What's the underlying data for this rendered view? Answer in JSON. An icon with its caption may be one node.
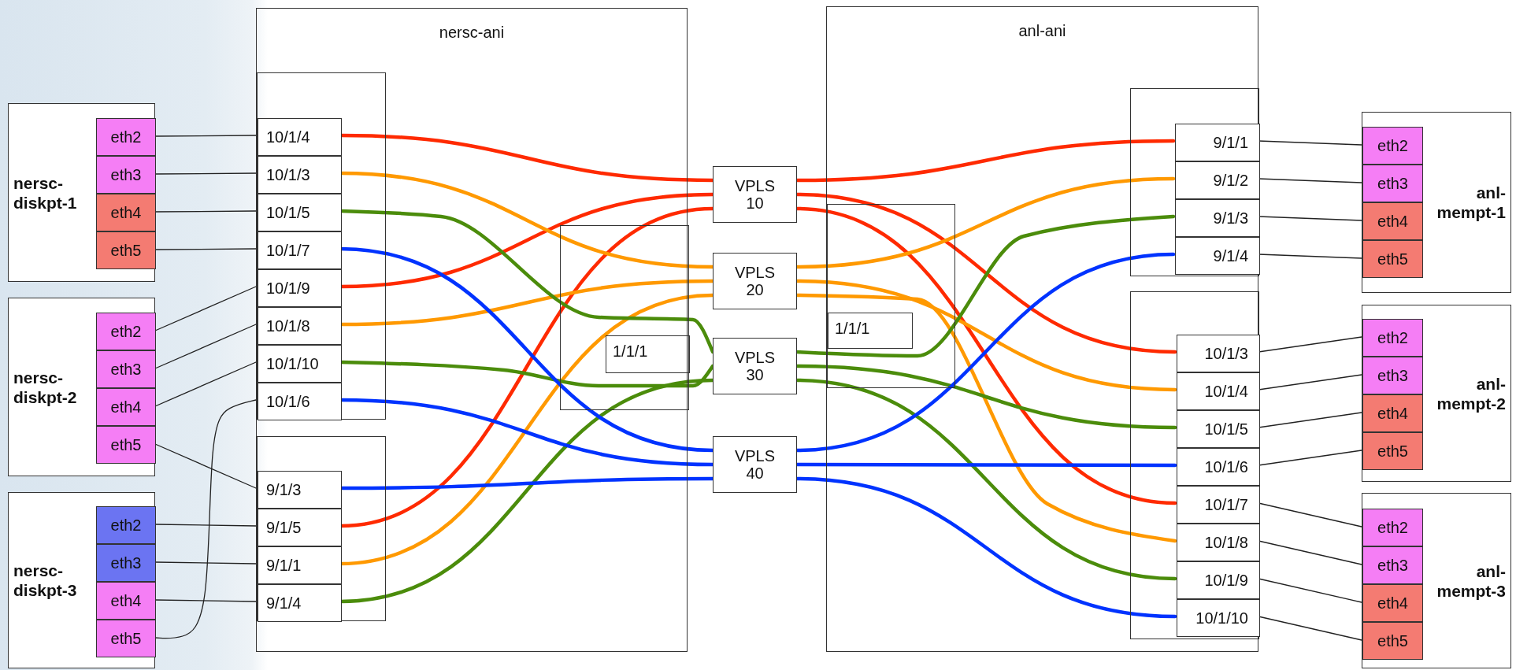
{
  "diagram": {
    "nodes": [
      {
        "text": [
          "nersc-diskpt-1"
        ]
      },
      {
        "text": [
          "eth2"
        ],
        "in": 0
      },
      {
        "text": [
          "eth3"
        ],
        "in": 0
      },
      {
        "text": [
          "eth4"
        ],
        "in": 0
      },
      {
        "text": [
          "eth5"
        ],
        "in": 0
      },
      {
        "text": [
          "nersc-diskpt-2"
        ]
      },
      {
        "text": [
          "eth2"
        ],
        "in": 5
      },
      {
        "text": [
          "eth3"
        ],
        "in": 5
      },
      {
        "text": [
          "eth4"
        ],
        "in": 5
      },
      {
        "text": [
          "eth5"
        ],
        "in": 5
      },
      {
        "text": [
          "nersc-diskpt-3"
        ]
      },
      {
        "text": [
          "eth2"
        ],
        "in": 10
      },
      {
        "text": [
          "eth3"
        ],
        "in": 10
      },
      {
        "text": [
          "eth4"
        ],
        "in": 10
      },
      {
        "text": [
          "eth5"
        ],
        "in": 10
      },
      {
        "text": [
          "nersc-ani"
        ]
      },
      {
        "text": [],
        "shape": "box",
        "in": 15
      },
      {
        "text": [
          "10/1/4"
        ],
        "in": 16
      },
      {
        "text": [
          "10/1/3"
        ],
        "in": 16
      },
      {
        "text": [
          "10/1/5"
        ],
        "in": 16
      },
      {
        "text": [
          "10/1/7"
        ],
        "in": 16
      },
      {
        "text": [
          "10/1/9"
        ],
        "in": 16
      },
      {
        "text": [
          "10/1/8"
        ],
        "in": 16
      },
      {
        "text": [
          "10/1/10"
        ],
        "in": 16
      },
      {
        "text": [
          "10/1/6"
        ],
        "in": 16
      },
      {
        "text": [],
        "shape": "box",
        "in": 15
      },
      {
        "text": [
          "9/1/3"
        ],
        "in": 25
      },
      {
        "text": [
          "9/1/5"
        ],
        "in": 25
      },
      {
        "text": [
          "9/1/1"
        ],
        "in": 25
      },
      {
        "text": [
          "9/1/4"
        ],
        "in": 25
      },
      {
        "text": [],
        "shape": "box",
        "in": 15
      },
      {
        "text": [
          "1/1/1"
        ],
        "in": 30
      },
      {
        "text": [
          "VPLS 10"
        ]
      },
      {
        "text": [
          "VPLS 20"
        ]
      },
      {
        "text": [
          "VPLS 30"
        ]
      },
      {
        "text": [
          "VPLS 40"
        ]
      },
      {
        "text": [
          "anl-ani"
        ]
      },
      {
        "text": [],
        "shape": "box",
        "in": 36
      },
      {
        "text": [
          "1/1/1"
        ],
        "in": 37
      },
      {
        "text": [],
        "shape": "box",
        "in": 36
      },
      {
        "text": [
          "9/1/1"
        ],
        "in": 39
      },
      {
        "text": [
          "9/1/2"
        ],
        "in": 39
      },
      {
        "text": [
          "9/1/3"
        ],
        "in": 39
      },
      {
        "text": [
          "9/1/4"
        ],
        "in": 39
      },
      {
        "text": [],
        "shape": "box",
        "in": 36
      },
      {
        "text": [
          "10/1/3"
        ],
        "in": 44
      },
      {
        "text": [
          "10/1/4"
        ],
        "in": 44
      },
      {
        "text": [
          "10/1/5"
        ],
        "in": 44
      },
      {
        "text": [
          "10/1/6"
        ],
        "in": 44
      },
      {
        "text": [
          "10/1/7"
        ],
        "in": 44
      },
      {
        "text": [
          "10/1/8"
        ],
        "in": 44
      },
      {
        "text": [
          "10/1/9"
        ],
        "in": 44
      },
      {
        "text": [
          "10/1/10"
        ],
        "in": 44
      },
      {
        "text": [
          "anl-mempt-1"
        ]
      },
      {
        "text": [
          "eth2"
        ],
        "in": 53
      },
      {
        "text": [
          "eth3"
        ],
        "in": 53
      },
      {
        "text": [
          "eth4"
        ],
        "in": 53
      },
      {
        "text": [
          "eth5"
        ],
        "in": 53
      },
      {
        "text": [
          "anl-mempt-2"
        ]
      },
      {
        "text": [
          "eth2"
        ],
        "in": 58
      },
      {
        "text": [
          "eth3"
        ],
        "in": 58
      },
      {
        "text": [
          "eth4"
        ],
        "in": 58
      },
      {
        "text": [
          "eth5"
        ],
        "in": 58
      },
      {
        "text": [
          "anl-mempt-3"
        ]
      },
      {
        "text": [
          "eth2"
        ],
        "in": 63
      },
      {
        "text": [
          "eth3"
        ],
        "in": 63
      },
      {
        "text": [
          "eth4"
        ],
        "in": 63
      },
      {
        "text": [
          "eth5"
        ],
        "in": 63
      }
    ],
    "edges": [
      {
        "from": 1,
        "to": 17,
        "arrow": "none"
      },
      {
        "from": 2,
        "to": 18,
        "arrow": "none"
      },
      {
        "from": 3,
        "to": 19,
        "arrow": "none"
      },
      {
        "from": 4,
        "to": 20,
        "arrow": "none"
      },
      {
        "from": 6,
        "to": 21,
        "arrow": "none"
      },
      {
        "from": 7,
        "to": 22,
        "arrow": "none"
      },
      {
        "from": 8,
        "to": 23,
        "arrow": "none"
      },
      {
        "from": 9,
        "to": 26,
        "arrow": "none"
      },
      {
        "from": 11,
        "to": 27,
        "arrow": "none"
      },
      {
        "from": 12,
        "to": 28,
        "arrow": "none"
      },
      {
        "from": 13,
        "to": 29,
        "arrow": "none"
      },
      {
        "from": 14,
        "to": 24,
        "arrow": "none"
      },
      {
        "from": 40,
        "to": 54,
        "arrow": "none"
      },
      {
        "from": 41,
        "to": 55,
        "arrow": "none"
      },
      {
        "from": 42,
        "to": 56,
        "arrow": "none"
      },
      {
        "from": 43,
        "to": 57,
        "arrow": "none"
      },
      {
        "from": 45,
        "to": 59,
        "arrow": "none"
      },
      {
        "from": 46,
        "to": 60,
        "arrow": "none"
      },
      {
        "from": 47,
        "to": 61,
        "arrow": "none"
      },
      {
        "from": 48,
        "to": 62,
        "arrow": "none"
      },
      {
        "from": 49,
        "to": 64,
        "arrow": "none"
      },
      {
        "from": 50,
        "to": 65,
        "arrow": "none"
      },
      {
        "from": 51,
        "to": 66,
        "arrow": "none"
      },
      {
        "from": 52,
        "to": 67,
        "arrow": "none"
      },
      {
        "from": 17,
        "to": 32,
        "arrow": "none",
        "style": "thick",
        "color": "#ff2a00"
      },
      {
        "from": 21,
        "to": 32,
        "arrow": "none",
        "style": "thick",
        "color": "#ff2a00"
      },
      {
        "from": 27,
        "to": 32,
        "arrow": "none",
        "style": "thick",
        "color": "#ff2a00"
      },
      {
        "from": 32,
        "to": 40,
        "arrow": "none",
        "style": "thick",
        "color": "#ff2a00"
      },
      {
        "from": 32,
        "to": 45,
        "arrow": "none",
        "style": "thick",
        "color": "#ff2a00"
      },
      {
        "from": 32,
        "to": 49,
        "arrow": "none",
        "style": "thick",
        "color": "#ff2a00"
      },
      {
        "from": 18,
        "to": 33,
        "arrow": "none",
        "style": "thick",
        "color": "#ff9900"
      },
      {
        "from": 22,
        "to": 33,
        "arrow": "none",
        "style": "thick",
        "color": "#ff9900"
      },
      {
        "from": 28,
        "to": 33,
        "arrow": "none",
        "style": "thick",
        "color": "#ff9900"
      },
      {
        "from": 33,
        "to": 41,
        "arrow": "none",
        "style": "thick",
        "color": "#ff9900"
      },
      {
        "from": 33,
        "to": 46,
        "arrow": "none",
        "style": "thick",
        "color": "#ff9900"
      },
      {
        "from": 33,
        "to": 50,
        "arrow": "none",
        "style": "thick",
        "color": "#ff9900"
      },
      {
        "from": 19,
        "to": 34,
        "arrow": "none",
        "style": "thick",
        "color": "#4b8c0b"
      },
      {
        "from": 23,
        "to": 34,
        "arrow": "none",
        "style": "thick",
        "color": "#4b8c0b"
      },
      {
        "from": 29,
        "to": 34,
        "arrow": "none",
        "style": "thick",
        "color": "#4b8c0b"
      },
      {
        "from": 34,
        "to": 42,
        "arrow": "none",
        "style": "thick",
        "color": "#4b8c0b"
      },
      {
        "from": 34,
        "to": 47,
        "arrow": "none",
        "style": "thick",
        "color": "#4b8c0b"
      },
      {
        "from": 34,
        "to": 51,
        "arrow": "none",
        "style": "thick",
        "color": "#4b8c0b"
      },
      {
        "from": 20,
        "to": 35,
        "arrow": "none",
        "style": "thick",
        "color": "#0033ff"
      },
      {
        "from": 24,
        "to": 35,
        "arrow": "none",
        "style": "thick",
        "color": "#0033ff"
      },
      {
        "from": 26,
        "to": 35,
        "arrow": "none",
        "style": "thick",
        "color": "#0033ff"
      },
      {
        "from": 35,
        "to": 43,
        "arrow": "none",
        "style": "thick",
        "color": "#0033ff"
      },
      {
        "from": 35,
        "to": 48,
        "arrow": "none",
        "style": "thick",
        "color": "#0033ff"
      },
      {
        "from": 35,
        "to": 52,
        "arrow": "none",
        "style": "thick",
        "color": "#0033ff"
      }
    ]
  }
}
